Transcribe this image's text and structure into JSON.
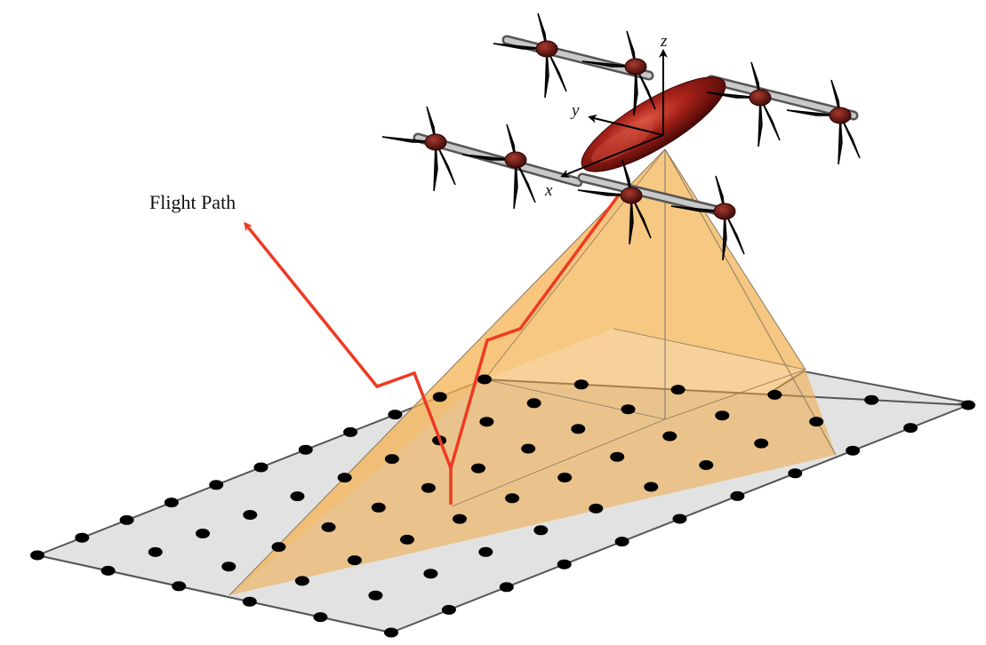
{
  "labels": {
    "flight_path": "Flight Path",
    "axis_x": "x",
    "axis_y": "y",
    "axis_z": "z"
  },
  "colors": {
    "ground_plane": "#e2e2e2",
    "ground_edge": "#555555",
    "field_of_view": "#f3a93a",
    "flight_path": "#ee3a22",
    "ground_markers": "#000000",
    "aircraft_body": "#9a1a12",
    "rotor_blades": "#151515",
    "arm_booms": "#a9a9a9"
  },
  "ground_marker_grid": {
    "rows": 6,
    "columns": 11
  },
  "aircraft": {
    "rotor_count": 8,
    "arm_count": 4
  }
}
